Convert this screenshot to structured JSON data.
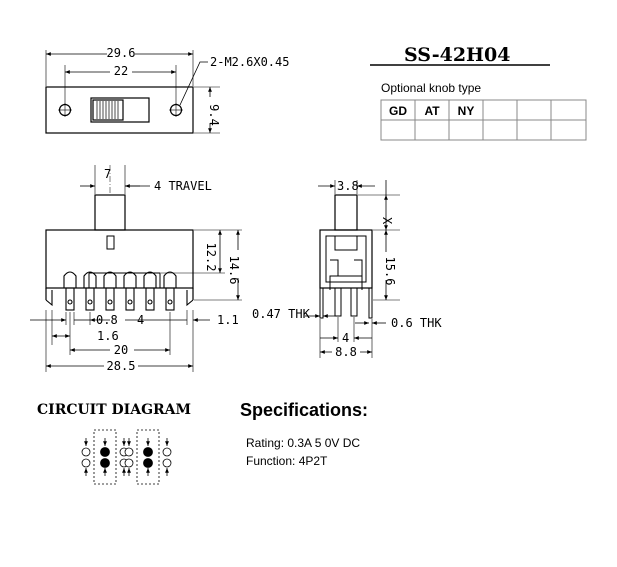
{
  "part_number": "SS-42H04",
  "knob_table": {
    "title": "Optional knob type",
    "columns": [
      "GD",
      "AT",
      "NY",
      "",
      "",
      "",
      ""
    ]
  },
  "dimensions": {
    "top_width_total": "29.6",
    "top_hole_spacing": "22",
    "mount_holes": "2-M2.6X0.45",
    "top_height": "9.4",
    "actuator_width": "7",
    "travel": "4 TRAVEL",
    "body_height": "12.2",
    "overall_height": "14.6",
    "pin_pitch_small": "0.8",
    "pin_pitch": "4",
    "end_offset": "1.1",
    "first_pin": "1.6",
    "pin_span": "20",
    "base_length": "28.5",
    "side_actuator_width": "3.8",
    "side_actuator_height": "X",
    "side_height": "15.6",
    "plate_thickness": "0.47 THK",
    "pin_row_spacing": "4",
    "pin_thickness": "0.6 THK",
    "side_width": "8.8"
  },
  "circuit": {
    "title": "CIRCUIT DIAGRAM"
  },
  "specs": {
    "title": "Specifications:",
    "rating": "Rating: 0.3A 5 0V  DC",
    "function": "Function: 4P2T"
  }
}
